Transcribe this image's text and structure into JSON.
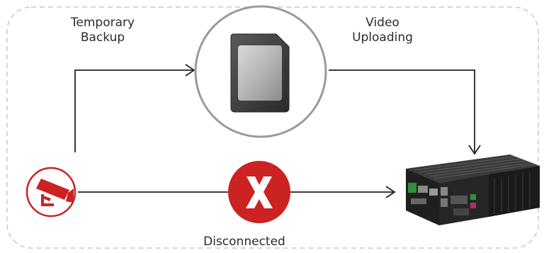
{
  "labels": {
    "temporary_backup_line1": "Temporary",
    "temporary_backup_line2": "Backup",
    "video_uploading_line1": "Video",
    "video_uploading_line2": "Uploading",
    "disconnected": "Disconnected"
  },
  "icons": {
    "camera": "camera-icon",
    "sd_card": "sd-card-icon",
    "disconnect": "x-icon",
    "box_pc": "computer-icon"
  },
  "colors": {
    "accent_red": "#cc2222",
    "line": "#222222",
    "dashed_border": "#c8c8c8",
    "circle_border": "#9a9a9a"
  }
}
